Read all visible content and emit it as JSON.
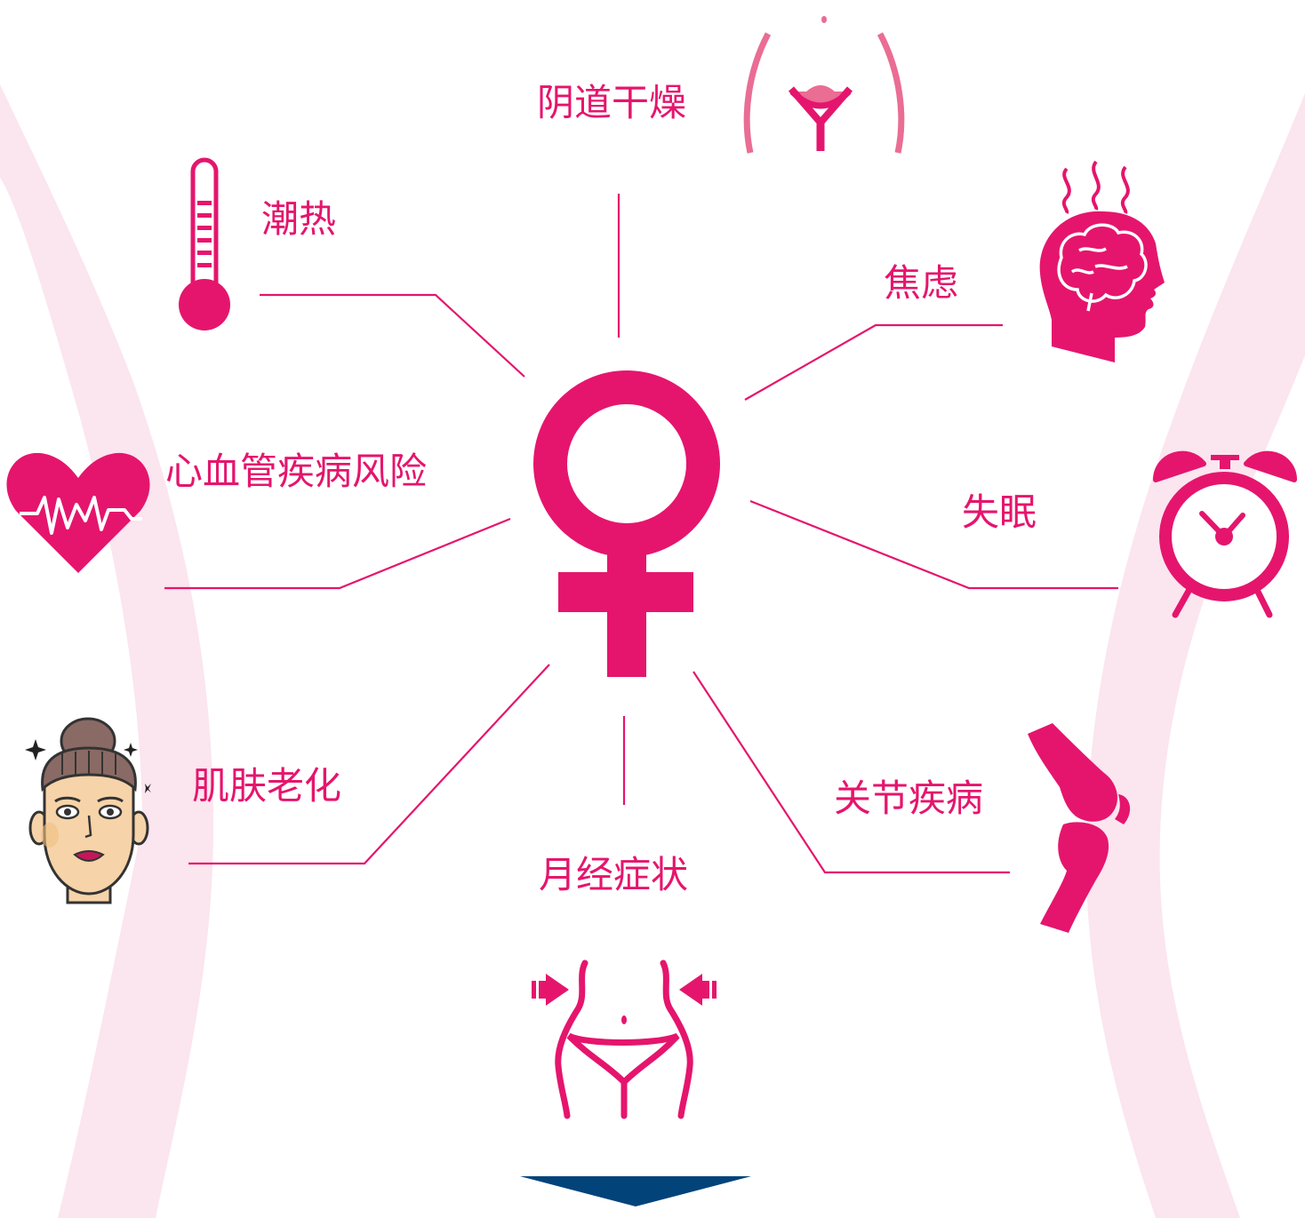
{
  "colors": {
    "primary": "#e5156d",
    "bg_shape": "#fbe5ef",
    "uterus": "#ea6d93",
    "arrow": "#02437a",
    "skin": "#f6d3a8",
    "hair": "#8a6a64"
  },
  "symptoms": [
    {
      "id": "vaginal-dryness",
      "label": "阴道干燥",
      "icon": "uterus-icon"
    },
    {
      "id": "hot-flashes",
      "label": "潮热",
      "icon": "thermometer-icon"
    },
    {
      "id": "anxiety",
      "label": "焦虑",
      "icon": "brain-head-icon"
    },
    {
      "id": "cardiovascular-risk",
      "label": "心血管疾病风险",
      "icon": "heart-pulse-icon"
    },
    {
      "id": "insomnia",
      "label": "失眠",
      "icon": "alarm-clock-icon"
    },
    {
      "id": "skin-aging",
      "label": "肌肤老化",
      "icon": "woman-face-icon"
    },
    {
      "id": "joint-disease",
      "label": "关节疾病",
      "icon": "knee-joint-icon"
    },
    {
      "id": "menstrual-symptoms",
      "label": "月经症状",
      "icon": "waist-icon"
    }
  ],
  "center_icon": "female-symbol-icon",
  "bottom_icon": "down-arrow-icon"
}
